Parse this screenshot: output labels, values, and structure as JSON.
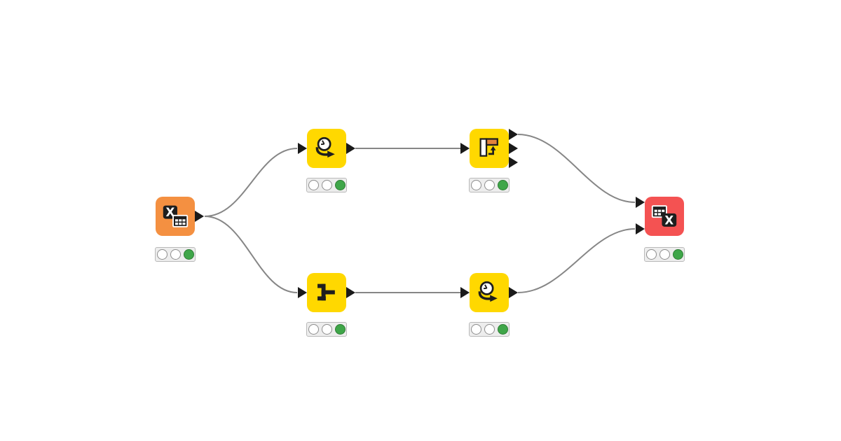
{
  "canvas": {
    "background": "#ffffff"
  },
  "colors": {
    "canvas_bg": "#ffffff",
    "node_source_orange": "#f49041",
    "node_manipulator_yellow": "#ffd800",
    "node_writer_red": "#f45252",
    "icon_dark": "#1e1e1e",
    "icon_orange": "#e2833c",
    "port_black": "#1a1a1a",
    "connection_gray": "#868686",
    "traffic_light_bg": "#ededed",
    "traffic_light_border": "#b9b9b9",
    "lamp_off_fill": "#ffffff",
    "lamp_off_border": "#8e8e8e",
    "lamp_green_fill": "#3fa649",
    "lamp_green_border": "#2f7d35"
  },
  "nodes": [
    {
      "id": "excel-reader",
      "icon": "excel-reader-icon",
      "role": "source",
      "status": "executed",
      "inputs": 0,
      "outputs": 1,
      "traffic_light": [
        "off",
        "off",
        "green"
      ]
    },
    {
      "id": "string-to-datetime-top",
      "icon": "clock-arrow-icon",
      "role": "manipulator",
      "status": "executed",
      "inputs": 1,
      "outputs": 1,
      "traffic_light": [
        "off",
        "off",
        "green"
      ]
    },
    {
      "id": "pivoting",
      "icon": "pivoting-icon",
      "role": "manipulator",
      "status": "executed",
      "inputs": 1,
      "outputs": 3,
      "traffic_light": [
        "off",
        "off",
        "green"
      ]
    },
    {
      "id": "row-filter",
      "icon": "row-filter-icon",
      "role": "manipulator",
      "status": "executed",
      "inputs": 1,
      "outputs": 1,
      "traffic_light": [
        "off",
        "off",
        "green"
      ]
    },
    {
      "id": "string-to-datetime-bottom",
      "icon": "clock-arrow-icon",
      "role": "manipulator",
      "status": "executed",
      "inputs": 1,
      "outputs": 1,
      "traffic_light": [
        "off",
        "off",
        "green"
      ]
    },
    {
      "id": "excel-writer",
      "icon": "excel-writer-icon",
      "role": "sink",
      "status": "executed",
      "inputs": 2,
      "outputs": 0,
      "traffic_light": [
        "off",
        "off",
        "green"
      ]
    }
  ],
  "connections": [
    {
      "from": "excel-reader",
      "from_port": 1,
      "to": "string-to-datetime-top",
      "to_port": 1
    },
    {
      "from": "excel-reader",
      "from_port": 1,
      "to": "row-filter",
      "to_port": 1
    },
    {
      "from": "string-to-datetime-top",
      "from_port": 1,
      "to": "pivoting",
      "to_port": 1
    },
    {
      "from": "pivoting",
      "from_port": 1,
      "to": "excel-writer",
      "to_port": 1
    },
    {
      "from": "row-filter",
      "from_port": 1,
      "to": "string-to-datetime-bottom",
      "to_port": 1
    },
    {
      "from": "string-to-datetime-bottom",
      "from_port": 1,
      "to": "excel-writer",
      "to_port": 2
    }
  ]
}
